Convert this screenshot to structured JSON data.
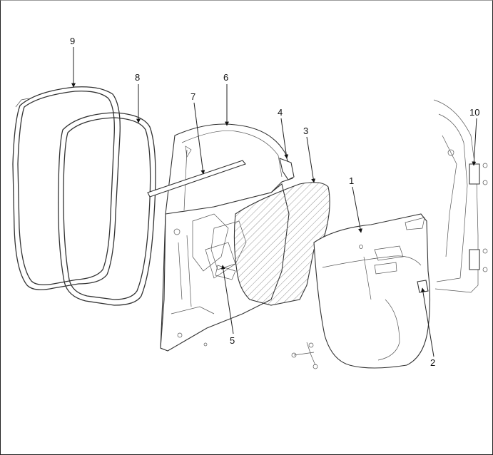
{
  "callouts": {
    "c1": "1",
    "c2": "2",
    "c3": "3",
    "c4": "4",
    "c5": "5",
    "c6": "6",
    "c7": "7",
    "c8": "8",
    "c9": "9",
    "c10": "10"
  },
  "colors": {
    "line": "#222222",
    "background": "#ffffff"
  }
}
